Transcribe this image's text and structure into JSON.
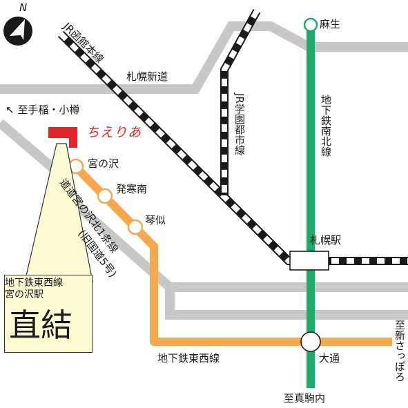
{
  "north": "N",
  "roads": {
    "sapporo_shindo": "札幌新道",
    "dodo": "道道宮の沢北1条線",
    "old_route": "(旧国道5号)",
    "to_teine": "至手稲・小樽"
  },
  "lines": {
    "jr_hakodate": "JR函館本線",
    "jr_gakuen": "JR学園都市線",
    "nanboku": "地下鉄南北線",
    "tozai": "地下鉄東西線"
  },
  "stations": {
    "asabu": "麻生",
    "sapporo": "札幌駅",
    "odori": "大通",
    "miyanosawa": "宮の沢",
    "hassamu_minami": "発寒南",
    "kotoni": "琴似"
  },
  "directions": {
    "to_makomanai": "至真駒内",
    "to_shin_sapporo": "至新さっぽろ"
  },
  "callout": {
    "line1": "地下鉄東西線",
    "line2": "宮の沢駅",
    "big": "直結"
  },
  "brand": "ちえりあ",
  "colors": {
    "tozai": "#f5a94a",
    "nanboku": "#1fa86a",
    "road": "#c8c8c8",
    "facility": "#e0262b",
    "callout_bg": "#fdfbd4"
  },
  "arrow_glyph": "↖"
}
